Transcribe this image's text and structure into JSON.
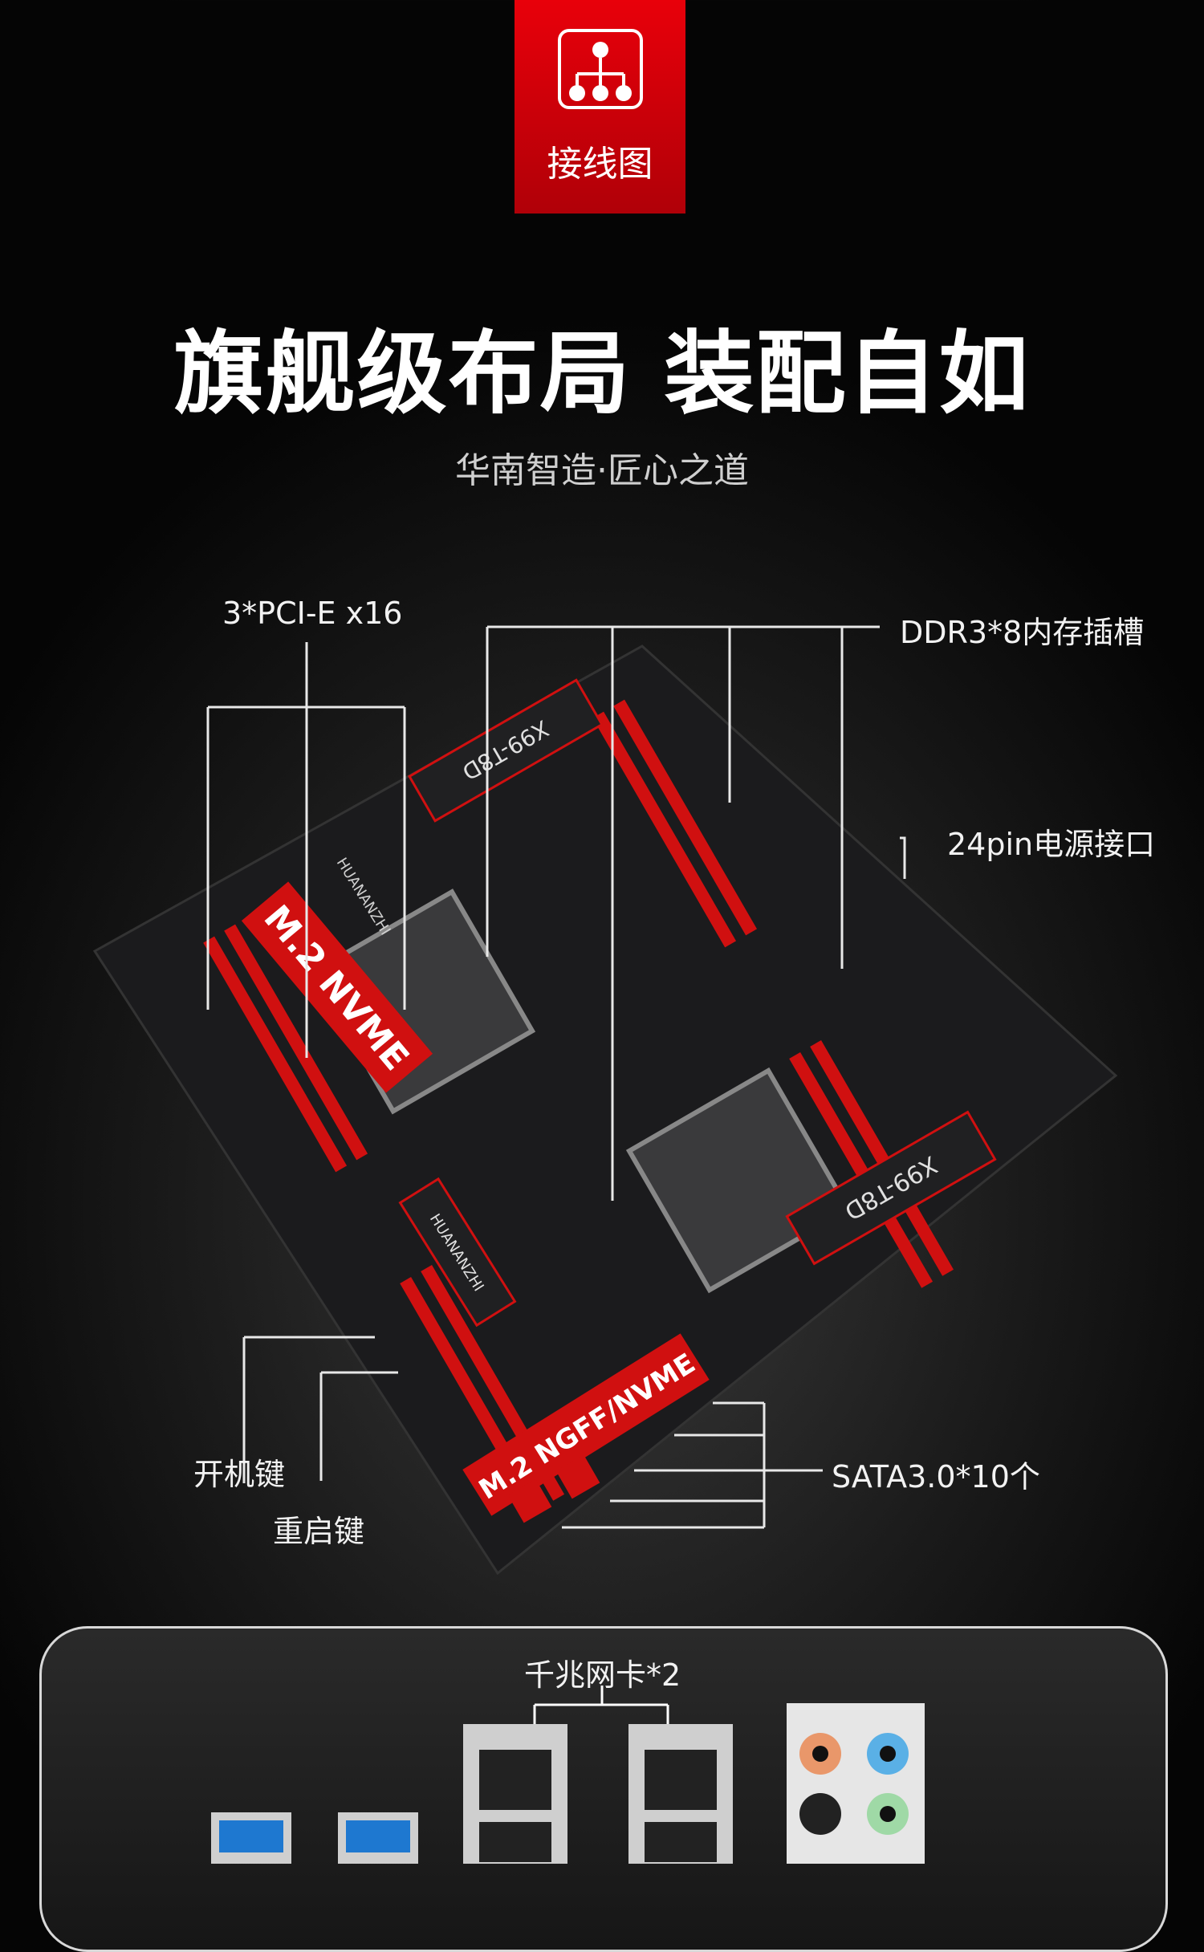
{
  "badge": {
    "label": "接线图",
    "icon": "wiring-diagram-icon"
  },
  "header": {
    "title": "旗舰级布局 装配自如",
    "subtitle": "华南智造·匠心之道"
  },
  "board": {
    "m2_top": "M.2 NVME",
    "m2_bottom": "M.2 NGFF/NVME",
    "model": "X99-T8D",
    "brand": "HUANANZHI"
  },
  "callouts": {
    "pcie": "3*PCI-E x16",
    "ddr3": "DDR3*8内存插槽",
    "power24": "24pin电源接口",
    "power_button": "开机键",
    "reset_button": "重启键",
    "sata": "SATA3.0*10个"
  },
  "io_panel": {
    "lan": "千兆网卡*2"
  },
  "colors": {
    "accent": "#e8000a",
    "background": "#111111"
  }
}
